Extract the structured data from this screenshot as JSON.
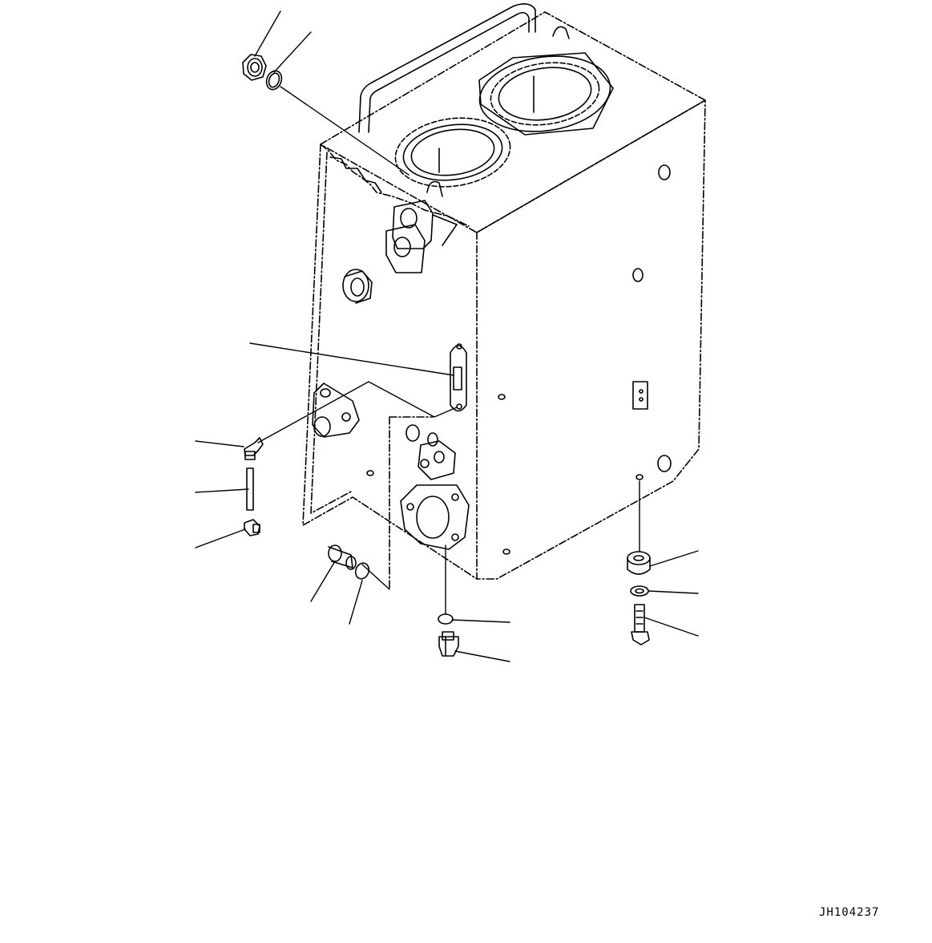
{
  "drawing_code": "JH104237",
  "colors": {
    "ink": "#000000",
    "paper": "#ffffff"
  },
  "parts": [
    "filler-cap",
    "o-ring-top",
    "sight-gauge",
    "elbow-fitting-upper",
    "tube",
    "elbow-fitting-lower",
    "plug",
    "o-ring-plug",
    "o-ring-drain",
    "drain-plug",
    "spacer",
    "washer",
    "bolt"
  ]
}
